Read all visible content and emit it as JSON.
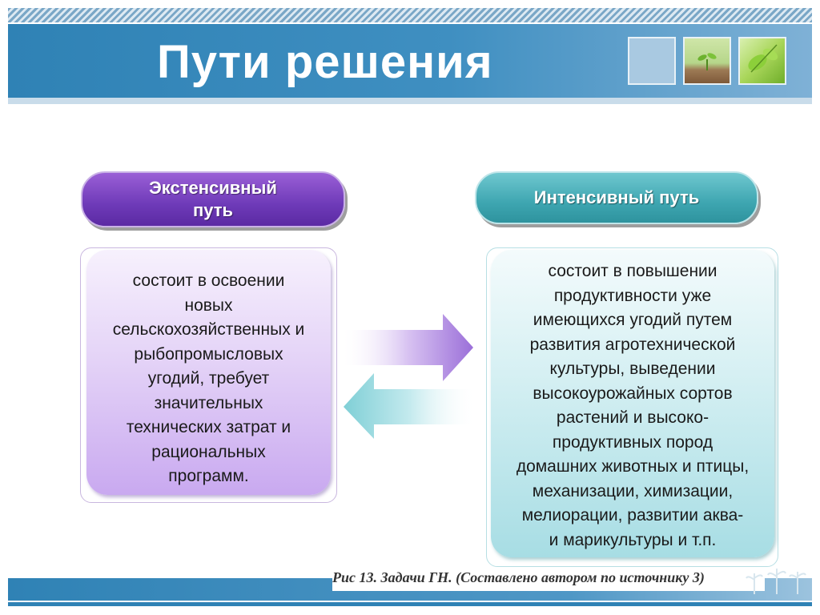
{
  "slide": {
    "title": "Пути решения"
  },
  "left": {
    "heading_lines": [
      "Экстенсивный",
      "путь"
    ],
    "body_lines": [
      "состоит в освоении",
      "новых",
      "сельскохозяйственных и",
      "рыбопромысловых",
      "угодий, требует",
      "значительных",
      "технических затрат и",
      "рациональных",
      "программ."
    ]
  },
  "right": {
    "heading": "Интенсивный путь",
    "body_lines": [
      "состоит в повышении",
      "продуктивности уже",
      "имеющихся угодий путем",
      "развития агротехнической",
      "культуры, выведении",
      "высокоурожайных сортов",
      "растений и высоко-",
      "продуктивных пород",
      "домашних животных и птицы,",
      "механизации, химизации,",
      "мелиорации, развитии аква-",
      "и марикультуры и т.п."
    ]
  },
  "caption": "Рис 13. Задачи ГН. (Составлено автором по источнику 3)",
  "colors": {
    "header_blue": "#2f82b5",
    "purple": "#6e3ab8",
    "teal": "#3ea6b1",
    "arrow_purple": "#9b6fd9",
    "arrow_teal": "#7fcfd6"
  }
}
